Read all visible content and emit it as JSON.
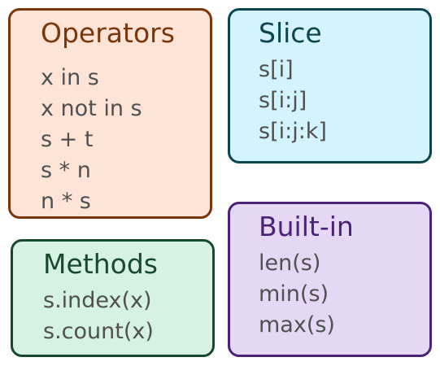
{
  "cards": {
    "operators": {
      "title": "Operators",
      "items": [
        "x in s",
        "x not in s",
        "s + t",
        "s * n",
        "n * s"
      ],
      "fill": "#fee4d7",
      "border": "#7a3509",
      "title_color": "#7a3509"
    },
    "slice": {
      "title": "Slice",
      "items": [
        "s[i]",
        "s[i:j]",
        "s[i:j:k]"
      ],
      "fill": "#d3f3fe",
      "border": "#0b4550",
      "title_color": "#0b4550"
    },
    "methods": {
      "title": "Methods",
      "items": [
        "s.index(x)",
        "s.count(x)"
      ],
      "fill": "#d6f2e2",
      "border": "#174a2c",
      "title_color": "#174a2c"
    },
    "builtin": {
      "title": "Built-in",
      "items": [
        "len(s)",
        "min(s)",
        "max(s)"
      ],
      "fill": "#e5d8f4",
      "border": "#4a2378",
      "title_color": "#4a2378"
    }
  }
}
